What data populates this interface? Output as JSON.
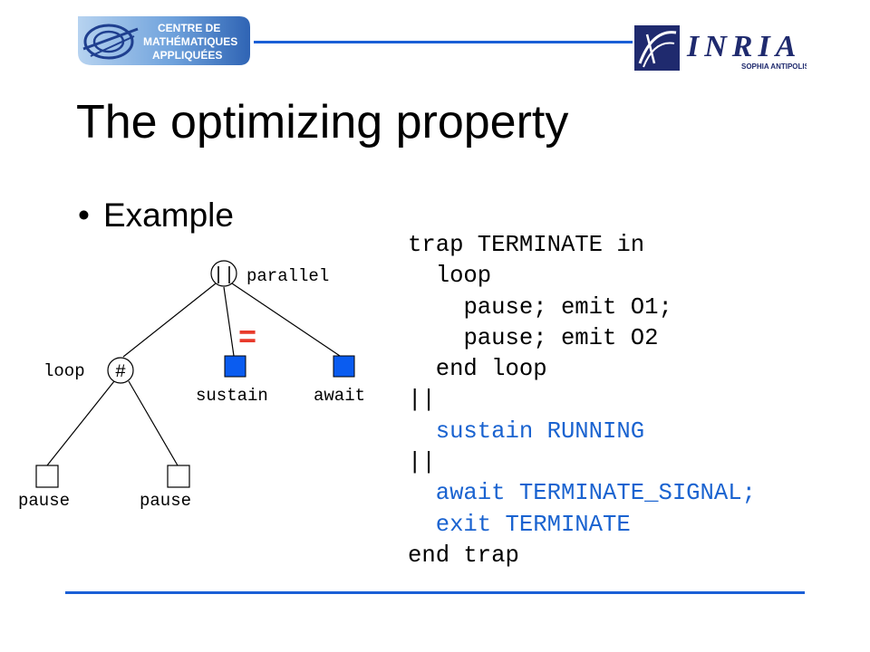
{
  "header": {
    "cma_logo_lines": [
      "CENTRE DE",
      "MATHÉMATIQUES",
      "APPLIQUÉES"
    ],
    "inria_wordmark": "INRIA",
    "inria_sub": "SOPHIA ANTIPOLIS"
  },
  "title": "The optimizing property",
  "bullet": {
    "symbol": "•",
    "text": "Example"
  },
  "tree": {
    "root_symbol": "||",
    "root_label": "parallel",
    "equals_mark": "=",
    "loop_label": "loop",
    "loop_symbol": "#",
    "sustain_label": "sustain",
    "await_label": "await",
    "pause_left_label": "pause",
    "pause_right_label": "pause"
  },
  "code": {
    "lines": [
      {
        "text": "trap TERMINATE in",
        "indent": 0,
        "color": "black"
      },
      {
        "text": "loop",
        "indent": 2,
        "color": "black"
      },
      {
        "text": "pause; emit O1;",
        "indent": 4,
        "color": "black"
      },
      {
        "text": "pause; emit O2",
        "indent": 4,
        "color": "black"
      },
      {
        "text": "end loop",
        "indent": 2,
        "color": "black"
      },
      {
        "text": "||",
        "indent": 0,
        "color": "black"
      },
      {
        "text": "sustain RUNNING",
        "indent": 2,
        "color": "blue"
      },
      {
        "text": "||",
        "indent": 0,
        "color": "black"
      },
      {
        "text": "await TERMINATE_SIGNAL;",
        "indent": 2,
        "color": "blue"
      },
      {
        "text": "exit TERMINATE",
        "indent": 2,
        "color": "blue"
      },
      {
        "text": "end trap",
        "indent": 0,
        "color": "black"
      }
    ]
  },
  "colors": {
    "accent": "#1a5fd6",
    "code_blue": "#1a63d0",
    "node_fill": "#0a5cf0",
    "equals_red": "#e83a2b",
    "inria_navy": "#1f2a6e"
  }
}
